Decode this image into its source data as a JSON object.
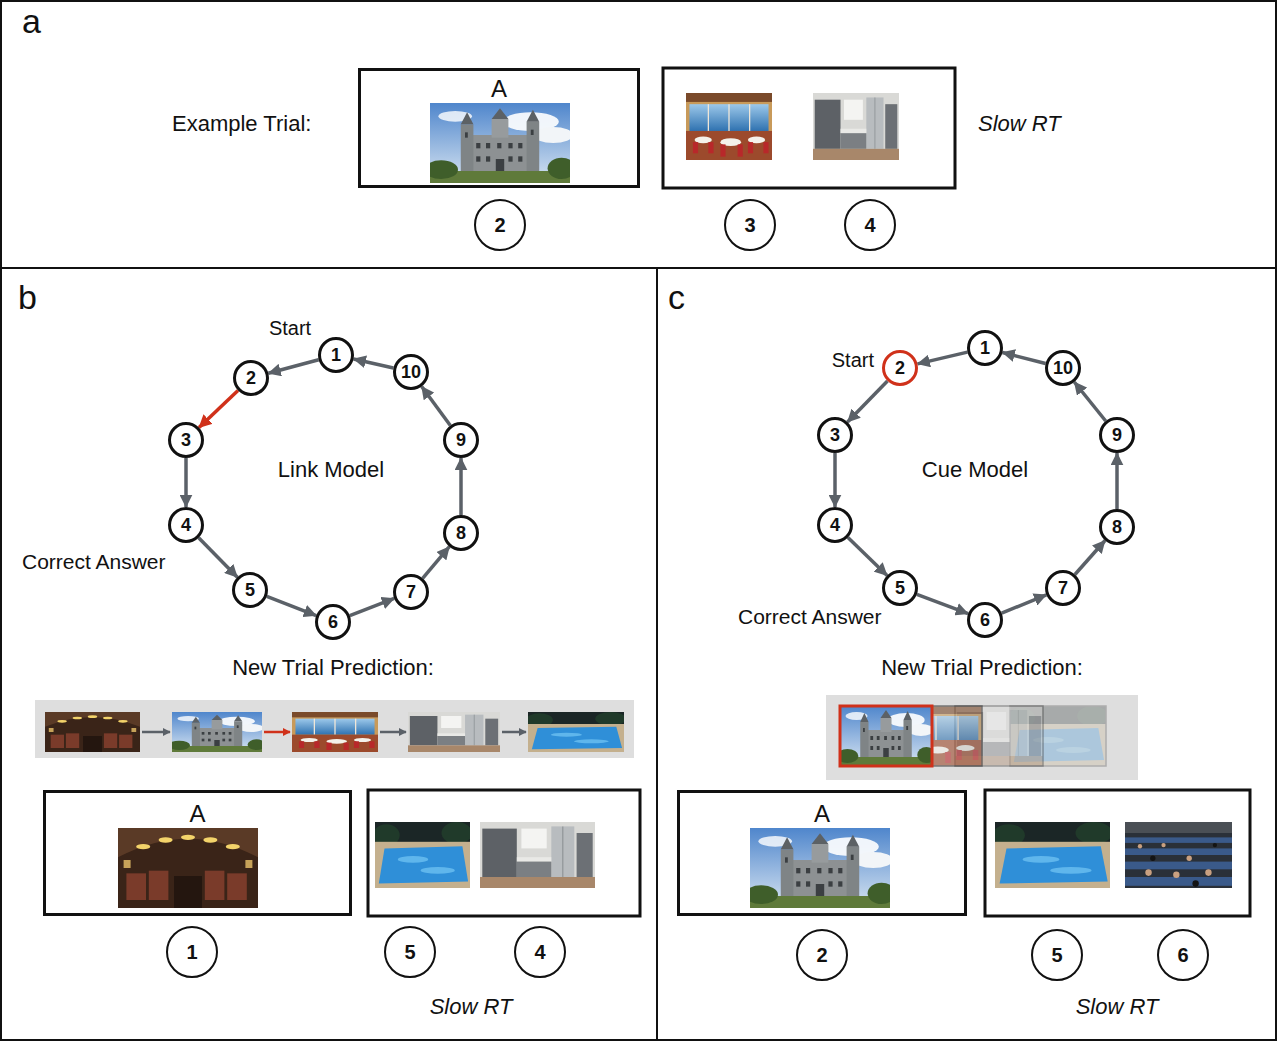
{
  "diagram": {
    "nodes": [
      {
        "text": [
          "A"
        ]
      },
      {
        "text": [
          "2"
        ]
      },
      {
        "text": [
          "3"
        ]
      },
      {
        "text": [
          "4"
        ]
      },
      {
        "text": [
          "1"
        ]
      },
      {
        "text": [
          "2"
        ]
      },
      {
        "text": [
          "3"
        ]
      },
      {
        "text": [
          "4"
        ]
      },
      {
        "text": [
          "5"
        ]
      },
      {
        "text": [
          "6"
        ]
      },
      {
        "text": [
          "7"
        ]
      },
      {
        "text": [
          "8"
        ]
      },
      {
        "text": [
          "9"
        ]
      },
      {
        "text": [
          "10"
        ]
      },
      {
        "text": [
          "A"
        ]
      },
      {
        "text": [
          "1"
        ]
      },
      {
        "text": [
          "5"
        ]
      },
      {
        "text": [
          "4"
        ]
      },
      {
        "text": [
          "1"
        ]
      },
      {
        "text": [
          "2"
        ]
      },
      {
        "text": [
          "3"
        ]
      },
      {
        "text": [
          "4"
        ]
      },
      {
        "text": [
          "5"
        ]
      },
      {
        "text": [
          "6"
        ]
      },
      {
        "text": [
          "7"
        ]
      },
      {
        "text": [
          "8"
        ]
      },
      {
        "text": [
          "9"
        ]
      },
      {
        "text": [
          "10"
        ]
      },
      {
        "text": [
          "A"
        ]
      },
      {
        "text": [
          "2"
        ]
      },
      {
        "text": [
          "5"
        ]
      },
      {
        "text": [
          "6"
        ]
      }
    ],
    "edges": [
      {
        "from": 4,
        "to": 5,
        "arrow": "to"
      },
      {
        "from": 5,
        "to": 6,
        "arrow": "to"
      },
      {
        "from": 6,
        "to": 7,
        "arrow": "to"
      },
      {
        "from": 7,
        "to": 8,
        "arrow": "to"
      },
      {
        "from": 8,
        "to": 9,
        "arrow": "to"
      },
      {
        "from": 9,
        "to": 10,
        "arrow": "to"
      },
      {
        "from": 10,
        "to": 11,
        "arrow": "to"
      },
      {
        "from": 11,
        "to": 12,
        "arrow": "to"
      },
      {
        "from": 12,
        "to": 13,
        "arrow": "to"
      },
      {
        "from": 13,
        "to": 4,
        "arrow": "to"
      },
      {
        "from": 18,
        "to": 19,
        "arrow": "to"
      },
      {
        "from": 19,
        "to": 20,
        "arrow": "to"
      },
      {
        "from": 20,
        "to": 21,
        "arrow": "to"
      },
      {
        "from": 21,
        "to": 22,
        "arrow": "to"
      },
      {
        "from": 22,
        "to": 23,
        "arrow": "to"
      },
      {
        "from": 23,
        "to": 24,
        "arrow": "to"
      },
      {
        "from": 24,
        "to": 25,
        "arrow": "to"
      },
      {
        "from": 25,
        "to": 26,
        "arrow": "to"
      },
      {
        "from": 26,
        "to": 27,
        "arrow": "to"
      },
      {
        "from": 27,
        "to": 18,
        "arrow": "to"
      }
    ],
    "labels": [
      "a",
      "Example Trial:",
      "Slow RT",
      "b",
      "Start",
      "Link Model",
      "Correct Answer",
      "New Trial Prediction:",
      "Slow RT",
      "c",
      "Start",
      "Cue Model",
      "Correct Answer",
      "New Trial Prediction:",
      "Slow RT"
    ]
  }
}
